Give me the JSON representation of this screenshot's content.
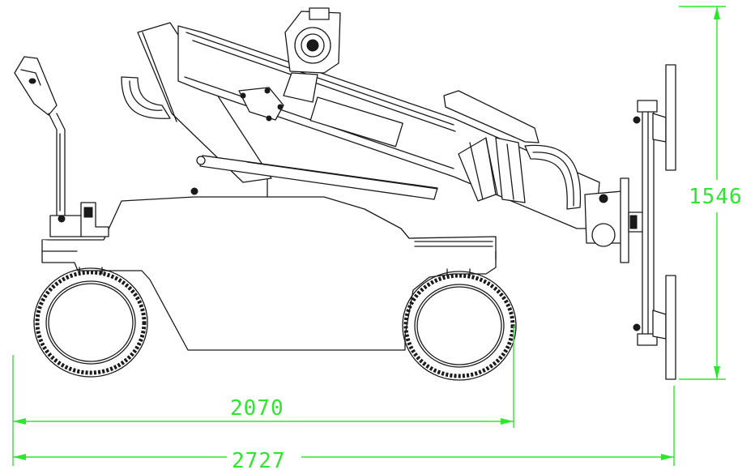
{
  "drawing": {
    "dimension_wheelbase": "2070",
    "dimension_overall_length": "2727",
    "dimension_height": "1546"
  },
  "colors": {
    "line": "#1a1a1a",
    "dimension": "#2ee62e",
    "background": "#ffffff"
  }
}
